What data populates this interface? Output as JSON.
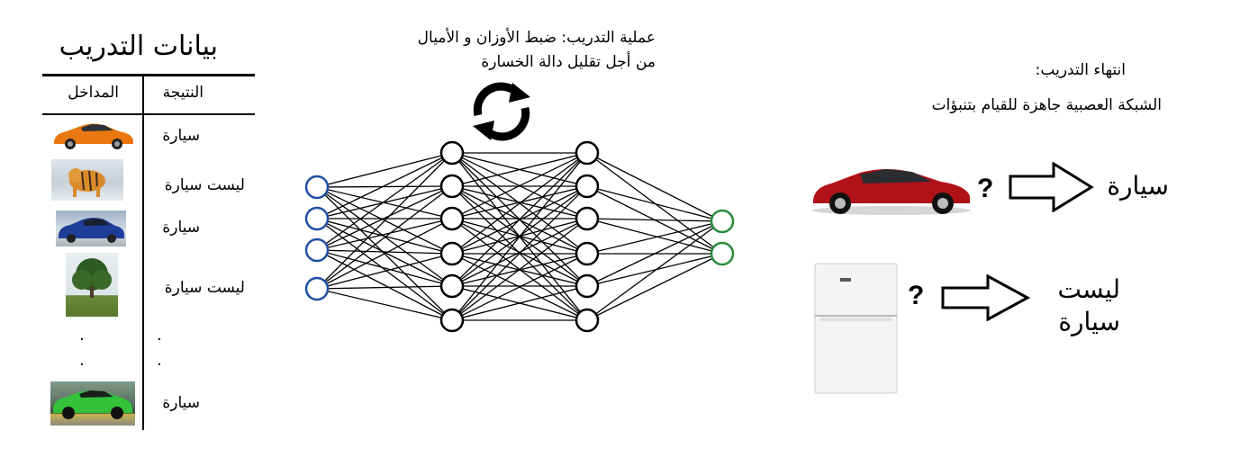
{
  "training_data": {
    "title": "بيانات التدريب",
    "col_inputs": "المداخل",
    "col_result": "النتيجة",
    "rows": [
      {
        "result": "سيارة"
      },
      {
        "result": "ليست سيارة"
      },
      {
        "result": "سيارة"
      },
      {
        "result": "ليست سيارة"
      },
      {
        "result": "سيارة"
      }
    ],
    "ellipsis_dot": "."
  },
  "training_process": {
    "line1": "عملية التدريب:  ضبط الأوزان و الأميال",
    "line2": "من أجل تقليل دالة الخسارة"
  },
  "network": {
    "layers": [
      4,
      6,
      6,
      2
    ],
    "colors": {
      "input": "#1f4fa3",
      "hidden": "#000000",
      "output": "#2a8a3a"
    }
  },
  "training_end": {
    "title": "انتهاء التدريب:",
    "subtitle": "الشبكة العصبية جاهزة للقيام بتنبؤات",
    "predictions": [
      {
        "question": "?",
        "answer": "سيارة"
      },
      {
        "question": "?",
        "answer_line1": "ليست",
        "answer_line2": "سيارة"
      }
    ]
  }
}
